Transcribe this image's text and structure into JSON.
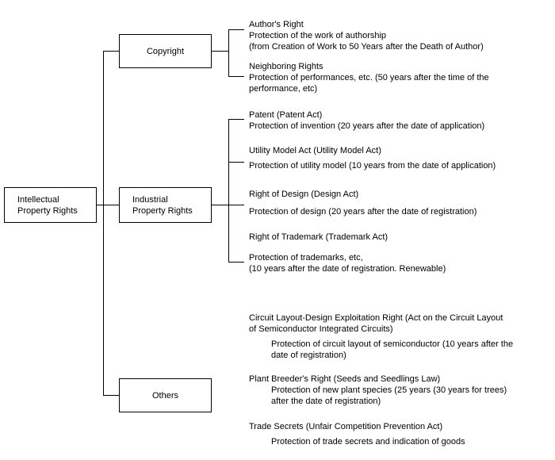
{
  "root": {
    "label_line1": "Intellectual",
    "label_line2": "Property Rights"
  },
  "copyright": {
    "label": "Copyright",
    "items": [
      {
        "title": "Author's Right",
        "lines": [
          "Protection of the work of authorship",
          " (from Creation of Work to 50 Years after the Death of Author)"
        ]
      },
      {
        "title": "Neighboring Rights",
        "lines": [
          "Protection of performances, etc. (50 years after the time of the",
          "performance, etc)"
        ]
      }
    ]
  },
  "industrial": {
    "label_line1": "Industrial",
    "label_line2": "Property Rights",
    "items": [
      {
        "title": "Patent (Patent Act)",
        "lines": [
          "Protection of invention (20 years after the date of application)"
        ]
      },
      {
        "title": "Utility Model Act (Utility Model Act)",
        "lines": [
          "Protection of utility model (10 years from the date of application)"
        ]
      },
      {
        "title": "Right of Design (Design Act)",
        "lines": [
          "Protection of design (20 years after the date of registration)"
        ]
      },
      {
        "title": "Right of Trademark (Trademark Act)",
        "lines": [
          "Protection of trademarks, etc,",
          " (10 years after the date of registration. Renewable)"
        ]
      }
    ]
  },
  "others": {
    "label": "Others",
    "items": [
      {
        "title_lines": [
          "Circuit Layout-Design Exploitation Right (Act on the Circuit Layout",
          "of Semiconductor Integrated Circuits)"
        ],
        "lines": [
          "Protection of circuit layout of semiconductor (10 years after the",
          "date of registration)"
        ]
      },
      {
        "title_lines": [
          "Plant Breeder's Right (Seeds and Seedlings Law)"
        ],
        "lines": [
          "Protection of new plant species (25 years (30 years for trees)",
          "after the date of registration)"
        ]
      },
      {
        "title_lines": [
          "Trade Secrets (Unfair Competition Prevention Act)"
        ],
        "lines": [
          "Protection of trade secrets and indication of goods"
        ]
      }
    ]
  }
}
